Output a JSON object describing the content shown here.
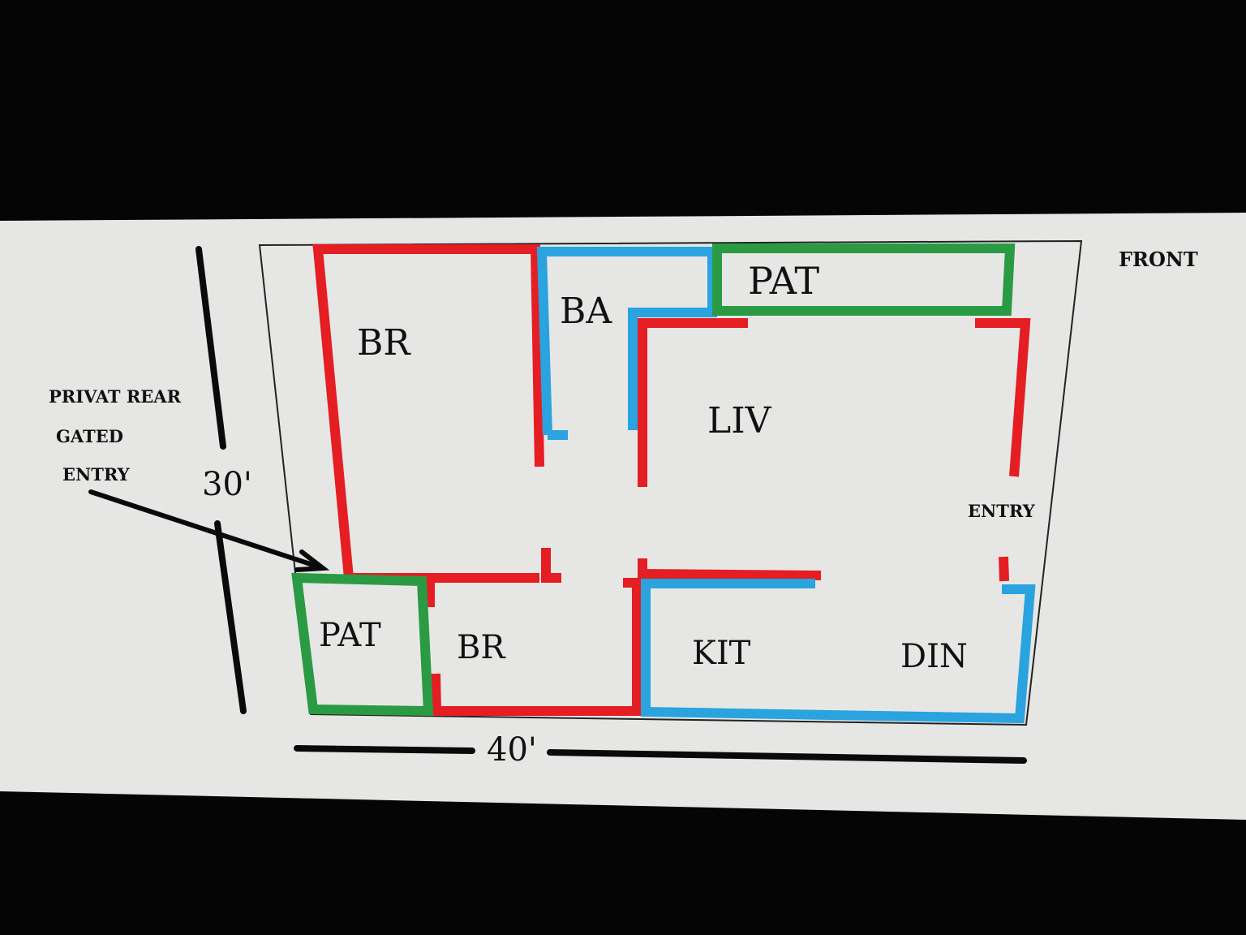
{
  "colors": {
    "background": "#050505",
    "sheet": "#e6e7e5",
    "red_wall": "#e41e22",
    "blue_wall": "#2aa3df",
    "green_wall": "#2b9a44",
    "ink": "#111111"
  },
  "rooms": {
    "br_top": "BR",
    "ba": "BA",
    "pat_top": "PAT",
    "liv": "LIV",
    "pat_bottom": "PAT",
    "br_bottom": "BR",
    "kit": "KIT",
    "din": "DIN"
  },
  "notes": {
    "front": "FRONT",
    "rear_line1": "PRIVAT REAR",
    "rear_line2": "GATED",
    "rear_line3": "ENTRY",
    "front_entry": "ENTRY"
  },
  "dimensions": {
    "depth": "30'",
    "width": "40'"
  }
}
